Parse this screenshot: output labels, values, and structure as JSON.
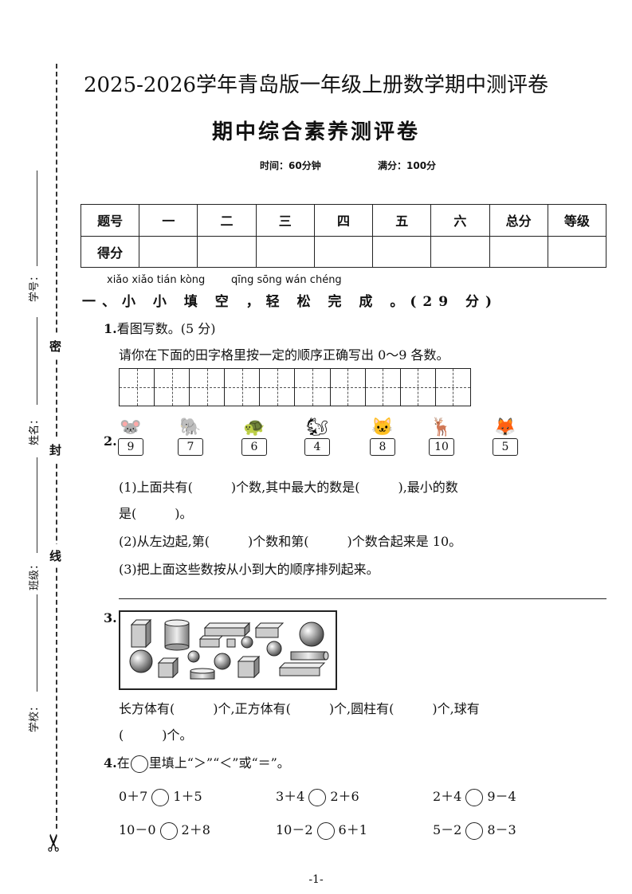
{
  "side": {
    "labels": [
      "学号：",
      "姓名：",
      "班级：",
      "学校："
    ],
    "seals": [
      "密",
      "封",
      "线"
    ],
    "scissors_icon": "scissors-icon"
  },
  "header": {
    "title": "2025-2026学年青岛版一年级上册数学期中测评卷",
    "subtitle": "期中综合素养测评卷",
    "time": "时间：60分钟",
    "full_score": "满分：100分"
  },
  "score_table": {
    "row1": [
      "题号",
      "一",
      "二",
      "三",
      "四",
      "五",
      "六",
      "总分",
      "等级"
    ],
    "row2_label": "得分"
  },
  "section1": {
    "pinyin_left": "xiǎo xiǎo tián kòng",
    "pinyin_right": "qīng sōng wán chéng",
    "title": "一、小 小 填 空 ，轻 松 完 成 。(29 分)"
  },
  "q1": {
    "num": "1.",
    "title": "看图写数。(5 分)",
    "instruction": "请你在下面的田字格里按一定的顺序正确写出 0～9 各数。"
  },
  "q2": {
    "num": "2.",
    "numbers": [
      "9",
      "7",
      "6",
      "4",
      "8",
      "10",
      "5"
    ],
    "sub1": "(1)上面共有(　　　)个数,其中最大的数是(　　　),最小的数",
    "sub1b": "是(　　　)。",
    "sub2": "(2)从左边起,第(　　　)个数和第(　　　)个数合起来是 10。",
    "sub3": "(3)把上面这些数按从小到大的顺序排列起来。"
  },
  "q3": {
    "num": "3.",
    "line1": "长方体有(　　　)个,正方体有(　　　)个,圆柱有(　　　)个,球有",
    "line2": "(　　　)个。"
  },
  "q4": {
    "num": "4.",
    "title_pre": "在",
    "title_post": "里填上“＞”“＜”或“＝”。",
    "rows": [
      [
        [
          "0＋7",
          "1＋5"
        ],
        [
          "3＋4",
          "2＋6"
        ],
        [
          "2＋4",
          "9－4"
        ]
      ],
      [
        [
          "10－0",
          "2＋8"
        ],
        [
          "10－2",
          "6＋1"
        ],
        [
          "5－2",
          "8－3"
        ]
      ]
    ]
  },
  "footer": {
    "page": "-1-"
  }
}
